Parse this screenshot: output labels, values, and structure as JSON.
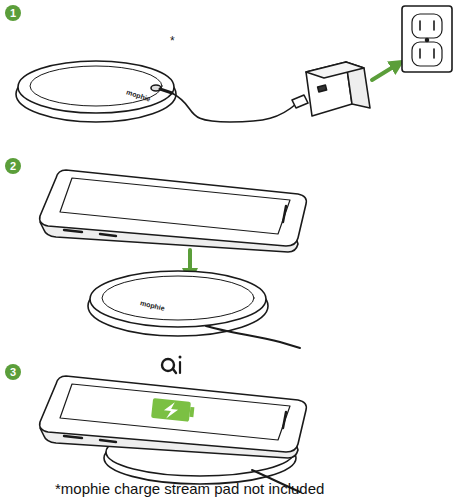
{
  "diagram": {
    "caption": "*mophie charge stream pad not included",
    "labels": [
      "1",
      "*",
      "mophie",
      "2",
      "mophie",
      "3"
    ]
  }
}
